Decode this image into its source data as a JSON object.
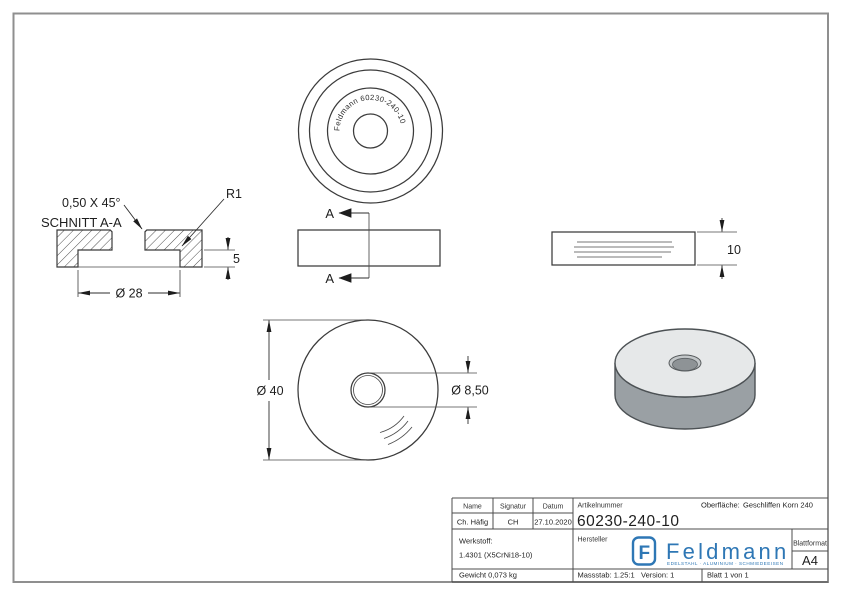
{
  "page": {
    "border_color": "#8f8f8f",
    "background": "#ffffff"
  },
  "top_view": {
    "engraving": "Feldmann 60230-240-10"
  },
  "section_view": {
    "title": "SCHNITT A-A",
    "chamfer": "0,50 X 45°",
    "fillet": "R1",
    "depth": "5",
    "recess_diameter": "Ø 28"
  },
  "side_view": {
    "section_label_top": "A",
    "section_label_bottom": "A"
  },
  "front_view": {
    "thickness": "10"
  },
  "bottom_view": {
    "outer_diameter": "Ø 40",
    "hole_diameter": "Ø 8,50"
  },
  "title_block": {
    "name_label": "Name",
    "signature_label": "Signatur",
    "date_label": "Datum",
    "name": "Ch. Häfig",
    "signature": "CH",
    "date": "27.10.2020",
    "article_label": "Artikelnummer",
    "article_number": "60230-240-10",
    "surface_label": "Oberfläche:",
    "surface_value": "Geschliffen Korn 240",
    "material_label": "Werkstoff:",
    "material_value": "1.4301 (X5CrNi18-10)",
    "manufacturer_label": "Hersteller",
    "format_label": "Blattformat",
    "format_value": "A4",
    "weight": "Gewicht 0,073 kg",
    "scale": "Massstab: 1.25:1",
    "version": "Version: 1",
    "sheet": "Blatt 1 von 1",
    "logo": {
      "letter": "F",
      "text": "Feldmann",
      "tagline": "EDELSTAHL · ALUMINIUM · SCHMIEDEEISEN",
      "color": "#2e77b5"
    }
  },
  "colors": {
    "line": "#3b3b3b",
    "logo_blue": "#2e77b5",
    "part_top": "#e6e8e9",
    "part_side": "#9aa0a4",
    "part_hole": "#8e9396"
  }
}
